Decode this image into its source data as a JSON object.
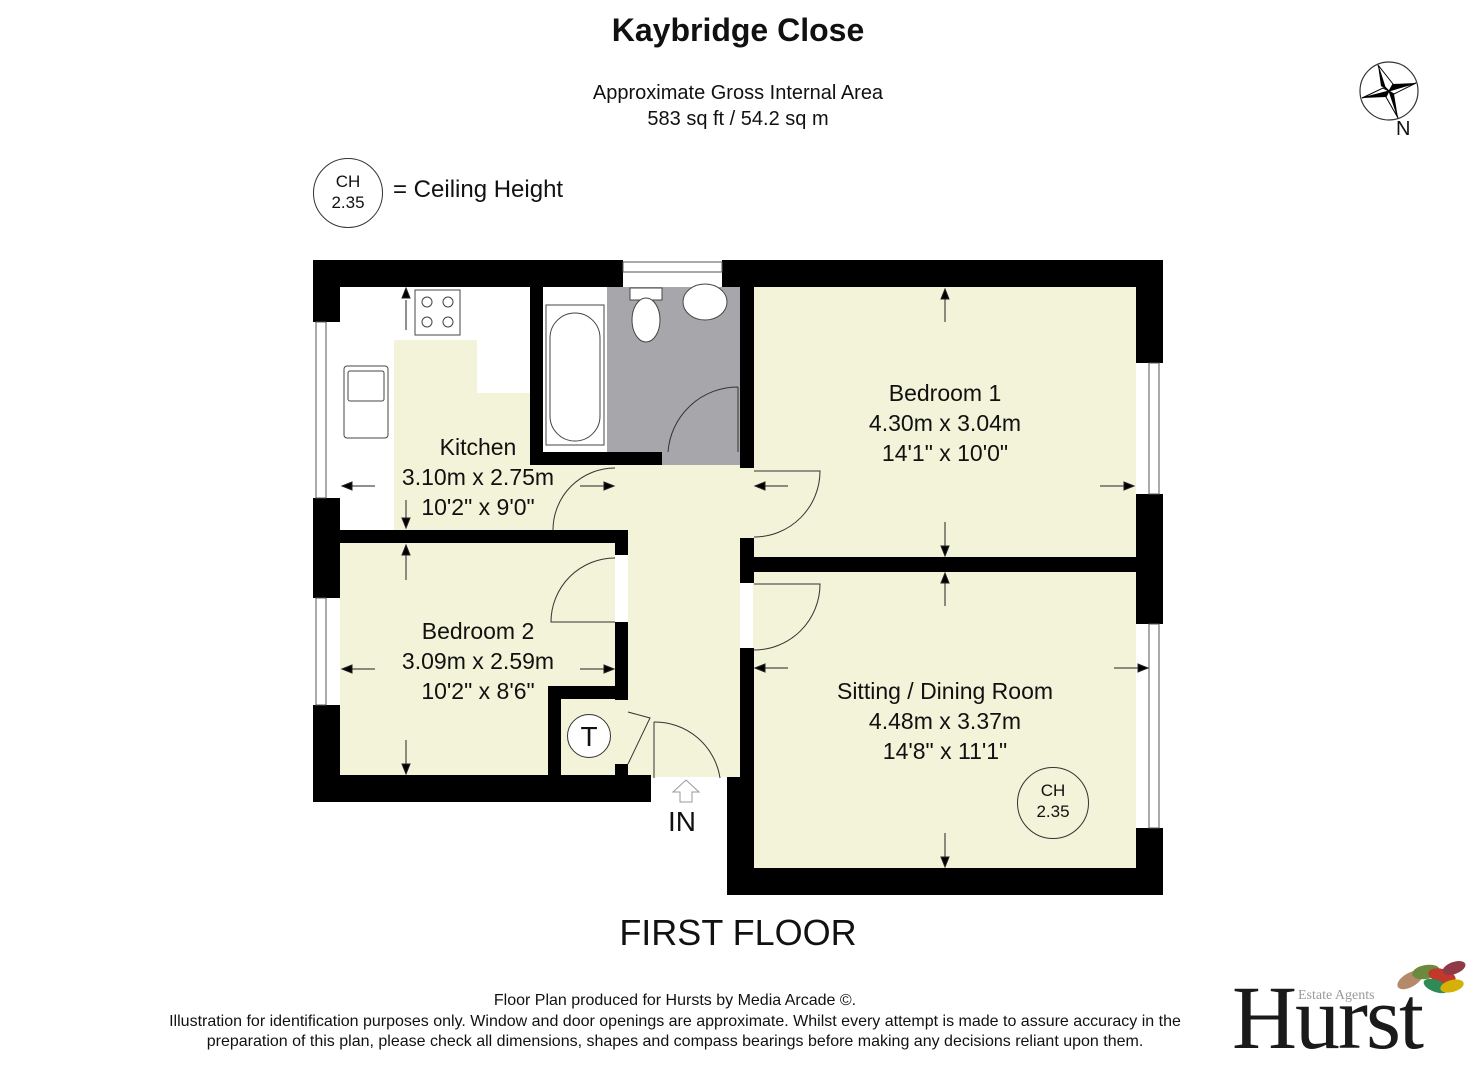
{
  "header": {
    "title": "Kaybridge Close",
    "area_label": "Approximate Gross Internal Area",
    "area_value": "583 sq ft / 54.2 sq m"
  },
  "legend": {
    "ch_top": "CH",
    "ch_bottom": "2.35",
    "ch_meaning": "= Ceiling Height"
  },
  "compass": {
    "label": "N"
  },
  "colors": {
    "wall": "#000000",
    "floor": "#f2f3d8",
    "bathroom": "#a7a7ab",
    "kitchen_units": "#ffffff"
  },
  "rooms": [
    {
      "name": "Kitchen",
      "metric": "3.10m x 2.75m",
      "imperial": "10'2\" x 9'0\""
    },
    {
      "name": "Bedroom 1",
      "metric": "4.30m x 3.04m",
      "imperial": "14'1\" x 10'0\""
    },
    {
      "name": "Bedroom 2",
      "metric": "3.09m x 2.59m",
      "imperial": "10'2\" x 8'6\""
    },
    {
      "name": "Sitting / Dining Room",
      "metric": "4.48m x 3.37m",
      "imperial": "14'8\" x 11'1\""
    }
  ],
  "symbols": {
    "tank": "T",
    "entrance": "IN",
    "room_ch_top": "CH",
    "room_ch_bottom": "2.35"
  },
  "floor_name": "FIRST FLOOR",
  "footer": {
    "line1": "Floor Plan produced for Hursts by Media Arcade ©.",
    "line2": "Illustration for identification purposes only. Window and door openings are approximate. Whilst every attempt is made to assure accuracy in the",
    "line3": "preparation of this plan, please check all dimensions, shapes and compass bearings before making any decisions reliant upon them."
  },
  "logo": {
    "brand": "Hurst",
    "tagline": "Estate Agents"
  }
}
